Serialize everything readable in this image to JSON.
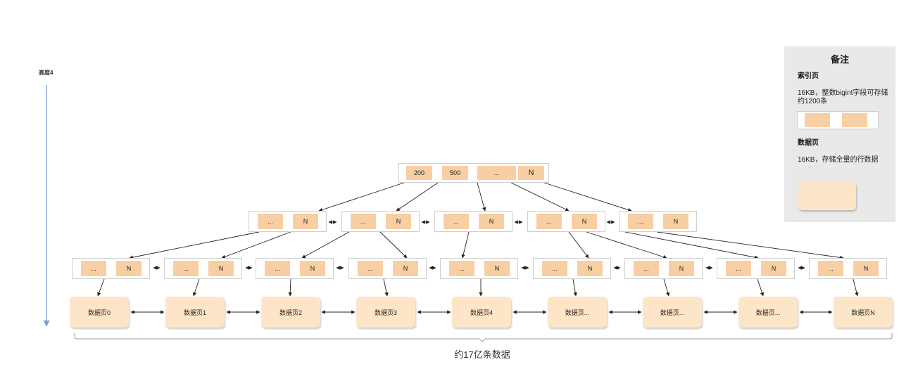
{
  "height_label": "高度4",
  "root": {
    "cells": [
      "200",
      "500",
      "...",
      "N"
    ]
  },
  "level2": [
    {
      "cells": [
        "...",
        "N"
      ]
    },
    {
      "cells": [
        "...",
        "N"
      ]
    },
    {
      "cells": [
        "...",
        "N"
      ]
    },
    {
      "cells": [
        "...",
        "N"
      ]
    },
    {
      "cells": [
        "...",
        "N"
      ]
    }
  ],
  "level3": [
    {
      "cells": [
        "...",
        "N"
      ]
    },
    {
      "cells": [
        "...",
        "N"
      ]
    },
    {
      "cells": [
        "...",
        "N"
      ]
    },
    {
      "cells": [
        "...",
        "N"
      ]
    },
    {
      "cells": [
        "...",
        "N"
      ]
    },
    {
      "cells": [
        "...",
        "N"
      ]
    },
    {
      "cells": [
        "...",
        "N"
      ]
    },
    {
      "cells": [
        "...",
        "N"
      ]
    },
    {
      "cells": [
        "...",
        "N"
      ]
    }
  ],
  "data_pages": [
    "数据页0",
    "数据页1",
    "数据页2",
    "数据页3",
    "数据页4",
    "数据页...",
    "数据页...",
    "数据页...",
    "数据页N"
  ],
  "caption": "约17亿条数据",
  "legend": {
    "title": "备注",
    "index_page_title": "索引页",
    "index_page_desc": "16KB，整数bigint字段可存储约1200条",
    "data_page_title": "数据页",
    "data_page_desc": "16KB，存储全量的行数据"
  },
  "colors": {
    "index_cell": "#f8cfa3",
    "data_page": "#fde6c8",
    "legend_bg": "#e9e9e9",
    "height_arrow": "#7b9bd1"
  }
}
